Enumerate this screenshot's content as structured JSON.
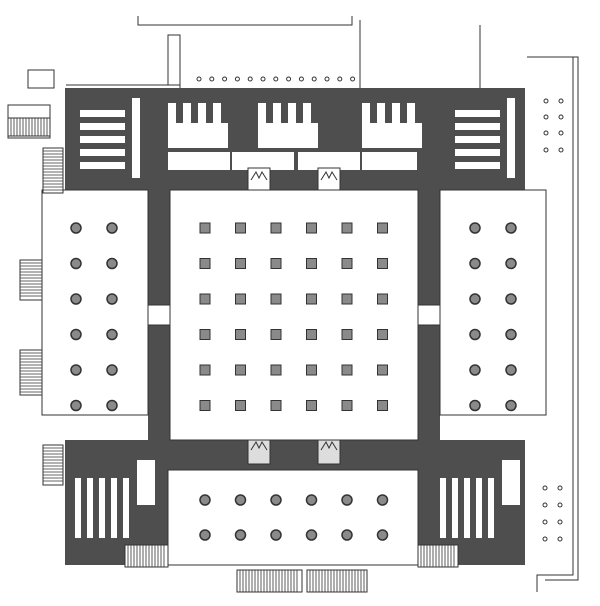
{
  "colors": {
    "wall": "#4e4e4e",
    "paper": "#ffffff",
    "line": "#333333",
    "column_fill": "#8a8a8a"
  },
  "column_groups": [
    {
      "name": "central-court-columns",
      "shape": "square",
      "cols": 6,
      "rows": 6
    },
    {
      "name": "west-hall-columns",
      "shape": "circle",
      "cols": 2,
      "rows": 6
    },
    {
      "name": "east-hall-columns",
      "shape": "circle",
      "cols": 2,
      "rows": 6
    },
    {
      "name": "south-hall-columns",
      "shape": "circle",
      "cols": 6,
      "rows": 2
    },
    {
      "name": "east-portico-columns-north",
      "shape": "ring",
      "cols": 2,
      "rows": 4
    },
    {
      "name": "east-portico-columns-south",
      "shape": "ring",
      "cols": 2,
      "rows": 4
    },
    {
      "name": "north-colonnade-columns",
      "shape": "ring",
      "cols": 13,
      "rows": 1
    }
  ]
}
